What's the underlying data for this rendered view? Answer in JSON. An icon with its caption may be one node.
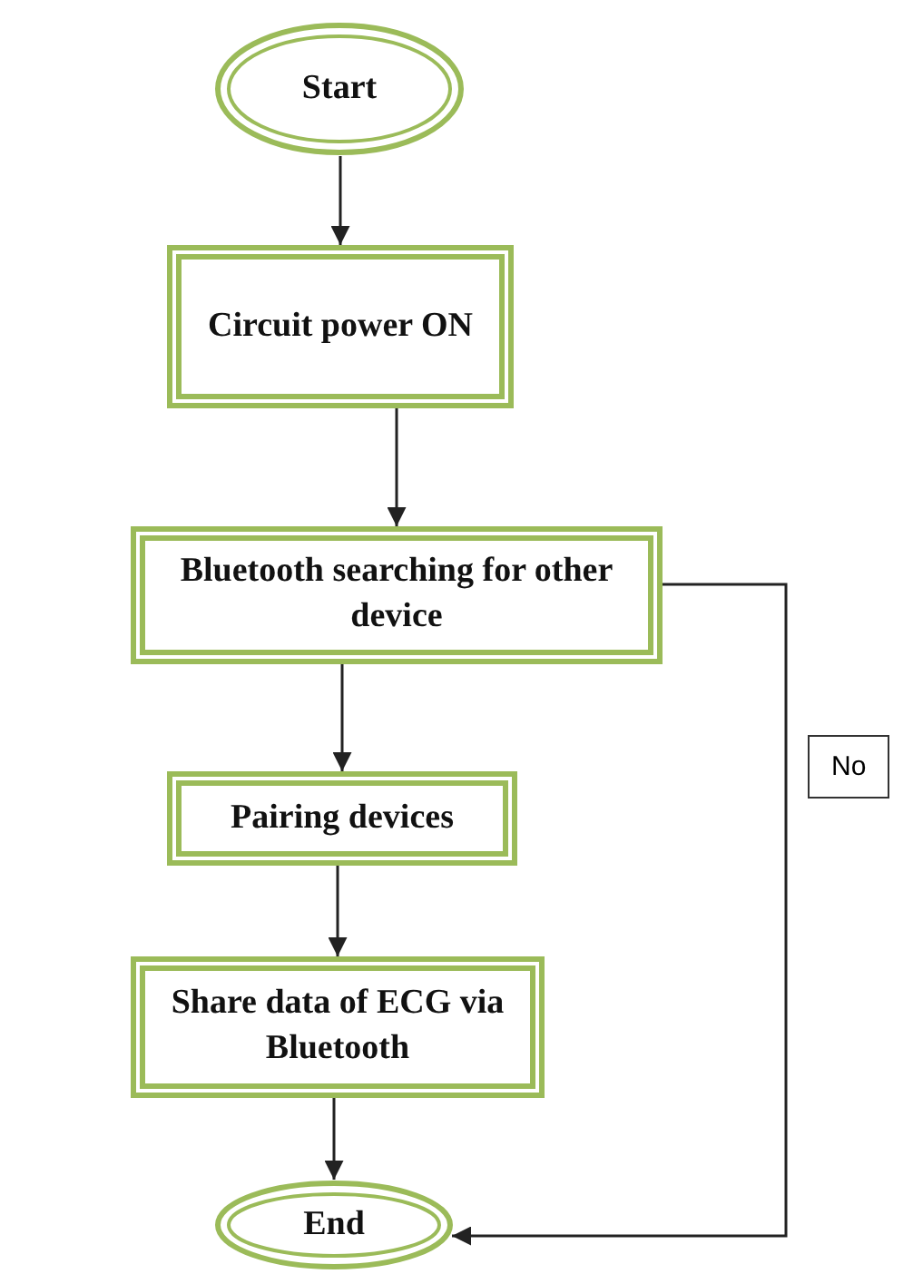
{
  "diagram": {
    "nodes": [
      {
        "text": [
          "Start"
        ]
      },
      {
        "text": [
          "Circuit power ON"
        ]
      },
      {
        "text": [
          "Bluetooth searching for other device"
        ]
      },
      {
        "text": [
          "Pairing devices"
        ]
      },
      {
        "text": [
          "Share data of ECG via Bluetooth"
        ]
      },
      {
        "text": [
          "End"
        ]
      }
    ],
    "edges": [
      {
        "from": 0,
        "to": 1,
        "arrow": "to"
      },
      {
        "from": 1,
        "to": 2,
        "arrow": "to"
      },
      {
        "from": 2,
        "to": 3,
        "arrow": "to"
      },
      {
        "from": 3,
        "to": 4,
        "arrow": "to"
      },
      {
        "from": 4,
        "to": 5,
        "arrow": "to"
      },
      {
        "from": 2,
        "to": 5,
        "arrow": "to",
        "label": "No"
      }
    ]
  }
}
